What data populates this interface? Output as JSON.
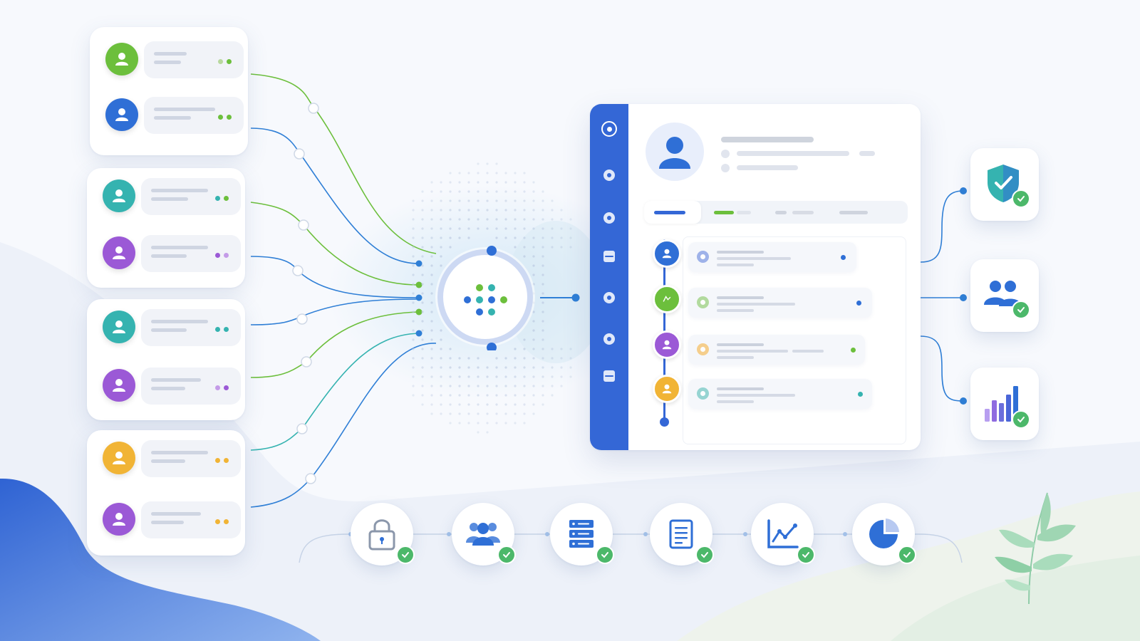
{
  "colors": {
    "primary_blue": "#3467d6",
    "green": "#6cbf3c",
    "teal": "#35b3b0",
    "purple": "#9b59d6",
    "orange": "#f1b435",
    "success": "#4cb86a"
  },
  "user_cards": [
    {
      "users": [
        {
          "color": "green",
          "icon": "user-icon"
        },
        {
          "color": "blue",
          "icon": "user-icon"
        }
      ]
    },
    {
      "users": [
        {
          "color": "teal",
          "icon": "user-icon"
        },
        {
          "color": "purple",
          "icon": "user-icon"
        }
      ]
    },
    {
      "users": [
        {
          "color": "teal",
          "icon": "user-icon"
        },
        {
          "color": "purple",
          "icon": "user-icon"
        }
      ]
    },
    {
      "users": [
        {
          "color": "orange",
          "icon": "user-icon"
        },
        {
          "color": "purple",
          "icon": "user-icon"
        }
      ]
    }
  ],
  "hub": {
    "icon": "hub-dots-icon"
  },
  "profile_panel": {
    "sidebar_icons": [
      "account-icon",
      "drop-icon",
      "diamond-icon",
      "box-icon",
      "shape-icon",
      "circle-icon",
      "card-icon"
    ],
    "timeline": [
      {
        "color": "blue",
        "status_color": "blue"
      },
      {
        "color": "green",
        "status_color": "blue"
      },
      {
        "color": "purple",
        "status_color": "green"
      },
      {
        "color": "orange",
        "status_color": "teal"
      }
    ]
  },
  "right_tiles": [
    {
      "icon": "shield-check-icon",
      "status": "verified"
    },
    {
      "icon": "users-group-icon",
      "status": "verified"
    },
    {
      "icon": "bar-chart-icon",
      "status": "verified"
    }
  ],
  "process_steps": [
    {
      "icon": "lock-icon",
      "status": "verified"
    },
    {
      "icon": "team-icon",
      "status": "verified"
    },
    {
      "icon": "server-icon",
      "status": "verified"
    },
    {
      "icon": "document-icon",
      "status": "verified"
    },
    {
      "icon": "line-chart-icon",
      "status": "verified"
    },
    {
      "icon": "pie-chart-icon",
      "status": "verified"
    }
  ]
}
